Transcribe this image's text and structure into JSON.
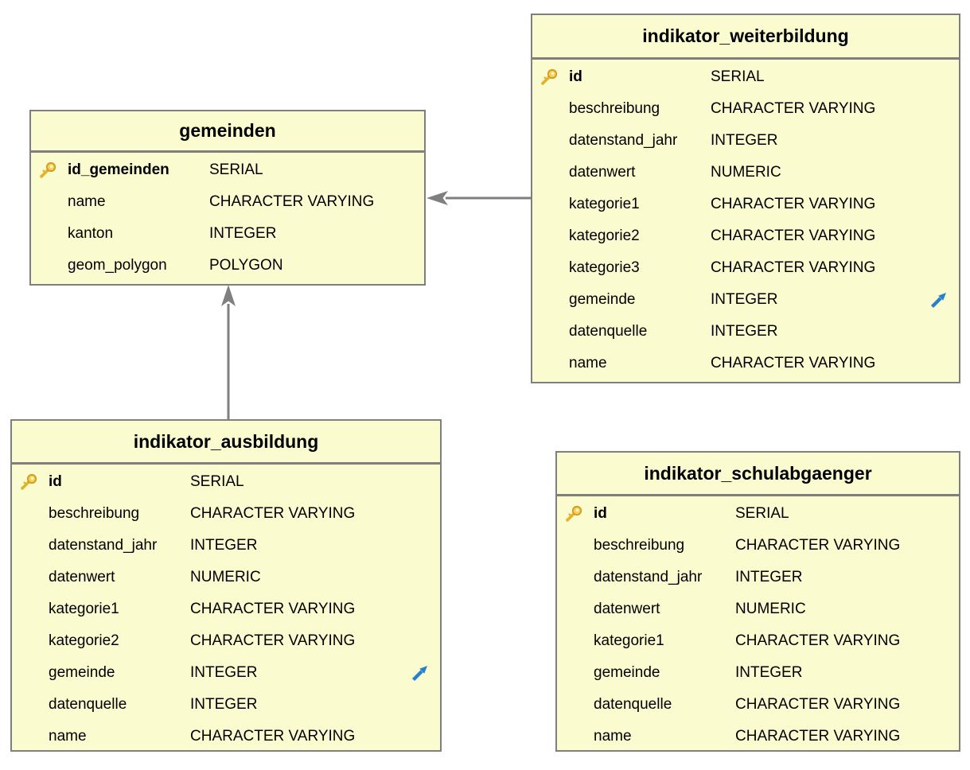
{
  "diagram": {
    "type": "database-er-diagram",
    "colors": {
      "entity_fill": "#FBFBD0",
      "entity_border": "#7F7F7F",
      "connector": "#7F7F7F",
      "text": "#000000",
      "pk_key_gold": "#E2B32B",
      "fk_arrow_blue": "#2581C9",
      "canvas": "#FFFFFF"
    },
    "tables": {
      "gemeinden": {
        "title": "gemeinden",
        "fields": [
          {
            "name": "id_gemeinden",
            "type": "SERIAL",
            "pk": true
          },
          {
            "name": "name",
            "type": "CHARACTER VARYING"
          },
          {
            "name": "kanton",
            "type": "INTEGER"
          },
          {
            "name": "geom_polygon",
            "type": "POLYGON"
          }
        ]
      },
      "indikator_weiterbildung": {
        "title": "indikator_weiterbildung",
        "fields": [
          {
            "name": "id",
            "type": "SERIAL",
            "pk": true
          },
          {
            "name": "beschreibung",
            "type": "CHARACTER VARYING"
          },
          {
            "name": "datenstand_jahr",
            "type": "INTEGER"
          },
          {
            "name": "datenwert",
            "type": "NUMERIC"
          },
          {
            "name": "kategorie1",
            "type": "CHARACTER VARYING"
          },
          {
            "name": "kategorie2",
            "type": "CHARACTER VARYING"
          },
          {
            "name": "kategorie3",
            "type": "CHARACTER VARYING"
          },
          {
            "name": "gemeinde",
            "type": "INTEGER",
            "fk": true
          },
          {
            "name": "datenquelle",
            "type": "INTEGER"
          },
          {
            "name": "name",
            "type": "CHARACTER VARYING"
          }
        ]
      },
      "indikator_ausbildung": {
        "title": "indikator_ausbildung",
        "fields": [
          {
            "name": "id",
            "type": "SERIAL",
            "pk": true
          },
          {
            "name": "beschreibung",
            "type": "CHARACTER VARYING"
          },
          {
            "name": "datenstand_jahr",
            "type": "INTEGER"
          },
          {
            "name": "datenwert",
            "type": "NUMERIC"
          },
          {
            "name": "kategorie1",
            "type": "CHARACTER VARYING"
          },
          {
            "name": "kategorie2",
            "type": "CHARACTER VARYING"
          },
          {
            "name": "gemeinde",
            "type": "INTEGER",
            "fk": true
          },
          {
            "name": "datenquelle",
            "type": "INTEGER"
          },
          {
            "name": "name",
            "type": "CHARACTER VARYING"
          }
        ]
      },
      "indikator_schulabgaenger": {
        "title": "indikator_schulabgaenger",
        "fields": [
          {
            "name": "id",
            "type": "SERIAL",
            "pk": true
          },
          {
            "name": "beschreibung",
            "type": "CHARACTER VARYING"
          },
          {
            "name": "datenstand_jahr",
            "type": "INTEGER"
          },
          {
            "name": "datenwert",
            "type": "NUMERIC"
          },
          {
            "name": "kategorie1",
            "type": "CHARACTER VARYING"
          },
          {
            "name": "gemeinde",
            "type": "INTEGER"
          },
          {
            "name": "datenquelle",
            "type": "CHARACTER VARYING"
          },
          {
            "name": "name",
            "type": "CHARACTER VARYING"
          }
        ]
      }
    },
    "relations": [
      {
        "from": "indikator_weiterbildung",
        "from_field": "gemeinde",
        "to": "gemeinden"
      },
      {
        "from": "indikator_ausbildung",
        "from_field": "gemeinde",
        "to": "gemeinden"
      }
    ]
  }
}
